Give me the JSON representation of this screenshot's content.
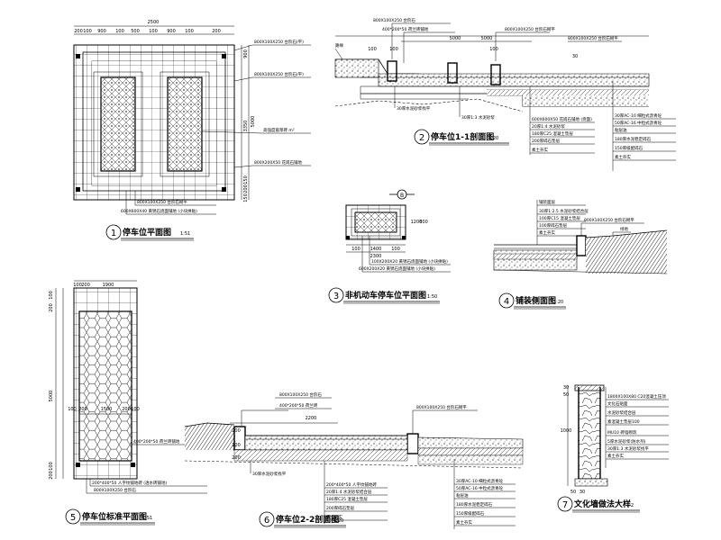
{
  "detail1": {
    "num": "1",
    "title": "停车位平面图",
    "scale": "1:51",
    "dim_total": "2500",
    "dims_top": [
      "200",
      "100",
      "900",
      "100",
      "500",
      "100",
      "900",
      "100",
      "200"
    ],
    "dims_right": [
      "900",
      "3350",
      "5000",
      "150",
      "200",
      "150"
    ],
    "labels": [
      "800X100X250 台阶石(平)",
      "800X100X250 台阶石(平)",
      "高强度嵌草砖 m²",
      "800X200X50 花岗石铺地",
      "800X100X250 台阶石砌平",
      "600X600X40 黄锈石烧面铺地 (小块拼贴)"
    ]
  },
  "detail2": {
    "num": "2",
    "title": "停车位1-1剖面图",
    "scale": "1:20",
    "dim_total": "5000",
    "dims": [
      "100",
      "100",
      "5000",
      "100",
      "30"
    ],
    "labels_top": [
      "800X100X250 台阶石",
      "400*200*50 荷兰砖铺地",
      "800X100X250 台阶石砌平",
      "800X100X250 台阶石砌平"
    ],
    "labels_bottom": [
      "600X600X50 花岗石铺地 (烧面)",
      "20厚1:4 水泥砂浆",
      "180厚C25 混凝土垫层",
      "200厚碎石垫层",
      "素土夯实"
    ],
    "labels_right": [
      "30厚AC-10 细粒式沥青砼",
      "50厚AC-16 中粒式沥青砼",
      "粘层油",
      "180厚水泥稳定碎石",
      "150厚级配碎石",
      "素土夯实"
    ],
    "labels_left": [
      "路缘",
      "30厚水泥砂浆找平",
      "30厚1:3 水泥砂浆"
    ]
  },
  "detail3": {
    "num": "3",
    "title": "非机动车停车位平面图",
    "scale": "1:50",
    "section_mark": "B",
    "dims": [
      "2300",
      "100",
      "1400",
      "100",
      "1200",
      "600"
    ],
    "labels": [
      "100X200X20 黄锈石烧面铺地 (小块拼贴)",
      "600X200X20 黄锈石烧面铺地 (小块拼贴)"
    ]
  },
  "detail4": {
    "num": "4",
    "title": "铺装侧面图",
    "scale": "1:20",
    "labels": [
      "铺装面层",
      "30厚1:2.5 水泥砂浆结合层",
      "100厚C15 混凝土垫层",
      "100厚碎石垫层",
      "素土夯实"
    ],
    "label_right": "800X100X250 台阶石砌平",
    "label_side": "绿地"
  },
  "detail5": {
    "num": "5",
    "title": "停车位标准平面图",
    "scale": "1:51",
    "dims_top": [
      "100",
      "200",
      "1900"
    ],
    "dims_left": [
      "100",
      "200",
      "5000",
      "100",
      "200"
    ],
    "dims_mid": [
      "100",
      "200",
      "1500",
      "200",
      "100"
    ],
    "labels": [
      "400*200*50 荷兰砖铺地",
      "200*400*50 人字纹铺地砖 (透水砖铺地)",
      "800X100X250 台阶石"
    ]
  },
  "detail6": {
    "num": "6",
    "title": "停车位2-2剖面图",
    "scale": "1:20",
    "dims": [
      "2200",
      "200",
      "100",
      "200"
    ],
    "labels_top": [
      "800X100X250 台阶石",
      "400*200*50 荷兰砖",
      "800X100X250 台阶石砌平"
    ],
    "labels_bottom": [
      "200*400*50 人字纹铺地砖",
      "20厚1:4 水泥砂浆结合层",
      "180厚C25 混凝土垫层",
      "200厚碎石垫层",
      "素土夯实"
    ],
    "labels_right": [
      "30厚AC-10 细粒式沥青砼",
      "50厚AC-16 中粒式沥青砼",
      "粘层油",
      "180厚水泥稳定碎石",
      "150厚级配碎石",
      "素土夯实"
    ],
    "label_left": "30厚水泥砂浆找平"
  },
  "detail7": {
    "num": "7",
    "title": "文化墙做法大样",
    "scale": "1:2",
    "dims": [
      "50",
      "30",
      "1000",
      "50",
      "30"
    ],
    "labels": [
      "1800X100X80 C20混凝土压顶",
      "文化石贴面",
      "水泥砂浆结合层",
      "素混凝土垫层100",
      "MU10 砖墙砌筑",
      "5厚水泥砂浆(防水剂)",
      "30厚1:3 水泥砂浆找平",
      "素土夯实"
    ]
  }
}
